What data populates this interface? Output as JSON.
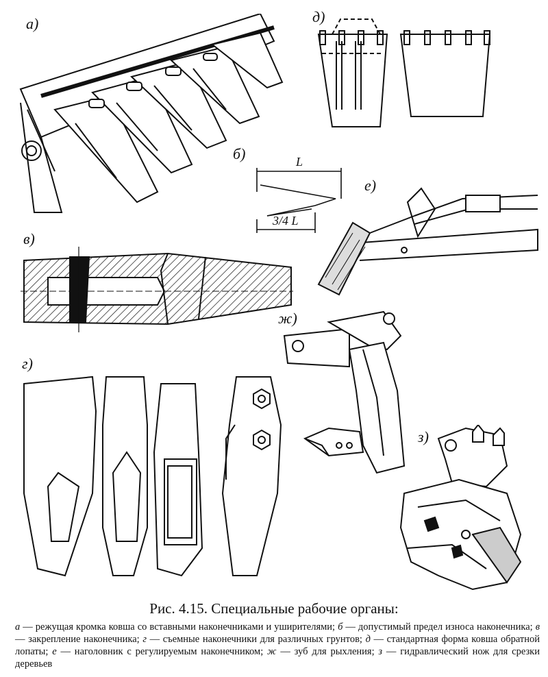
{
  "labels": {
    "a": "а)",
    "b": "б)",
    "v": "в)",
    "g": "г)",
    "d": "д)",
    "e": "е)",
    "zh": "ж)",
    "z": "з)"
  },
  "dimensions": {
    "L": "L",
    "three_quarter_L": "3/4 L"
  },
  "caption": {
    "title": "Рис. 4.15. Специальные рабочие органы:",
    "items": [
      {
        "key": "а",
        "text": " — режущая кромка ковша со вставными наконечниками и уширителями; "
      },
      {
        "key": "б",
        "text": " — допустимый предел износа наконечника; "
      },
      {
        "key": "в",
        "text": " — закрепление наконечника; "
      },
      {
        "key": "г",
        "text": " — съемные наконечники для различных грунтов; "
      },
      {
        "key": "д",
        "text": " — стандартная форма ковша обратной лопаты; "
      },
      {
        "key": "е",
        "text": " — наголовник с регулируемым наконечником; "
      },
      {
        "key": "ж",
        "text": " — зуб для рыхления; "
      },
      {
        "key": "з",
        "text": " — гидравлический нож для срезки деревьев"
      }
    ]
  }
}
